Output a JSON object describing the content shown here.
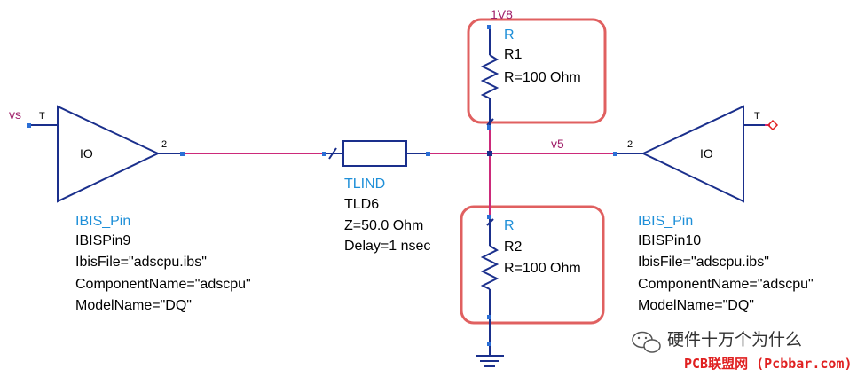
{
  "colors": {
    "wire": "#cc2a7a",
    "component_line": "#1a2f8c",
    "pin": "#2b6fd6",
    "highlight_box": "#e06060",
    "label_blue": "#1e8fd8",
    "net_label": "#a0206a",
    "watermark_red": "#e02020"
  },
  "driver_left": {
    "source_net": "vs",
    "in_pin": "T",
    "body": "IO",
    "out_pin": "2",
    "type": "IBIS_Pin",
    "inst": "IBISPin9",
    "ibis_file": "IbisFile=\"adscpu.ibs\"",
    "component": "ComponentName=\"adscpu\"",
    "model": "ModelName=\"DQ\""
  },
  "tline": {
    "type": "TLIND",
    "inst": "TLD6",
    "z": "Z=50.0 Ohm",
    "delay": "Delay=1 nsec"
  },
  "r_top": {
    "supply_net": "1V8",
    "type": "R",
    "inst": "R1",
    "value": "R=100 Ohm"
  },
  "r_bottom": {
    "type": "R",
    "inst": "R2",
    "value": "R=100 Ohm"
  },
  "node_net": "v5",
  "receiver_right": {
    "in_pin": "2",
    "body": "IO",
    "out_pin": "T",
    "type": "IBIS_Pin",
    "inst": "IBISPin10",
    "ibis_file": "IbisFile=\"adscpu.ibs\"",
    "component": "ComponentName=\"adscpu\"",
    "model": "ModelName=\"DQ\""
  },
  "watermark": {
    "line1": "硬件十万个为什么",
    "line2": "PCB联盟网 (Pcbbar.com)"
  }
}
